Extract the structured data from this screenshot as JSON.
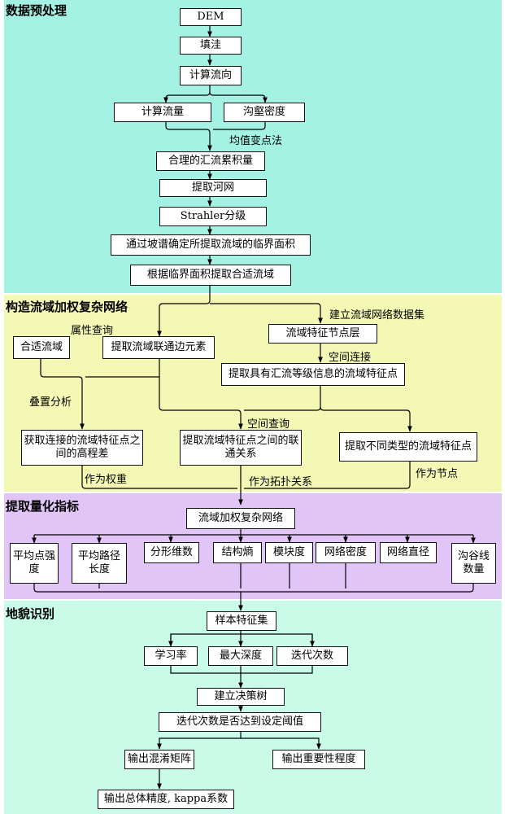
{
  "sections": {
    "preprocess": "数据预处理",
    "network": "构造流域加权复杂网络",
    "indices": "提取量化指标",
    "recognition": "地貌识别"
  },
  "nodes": {
    "dem": "DEM",
    "fill": "填洼",
    "flow_dir": "计算流向",
    "flow_acc": "计算流量",
    "gully_density": "沟壑密度",
    "reasonable_acc": "合理的汇流累积量",
    "extract_river": "提取河网",
    "strahler": "Strahler分级",
    "critical_area": "通过坡谱确定所提取流域的临界面积",
    "suitable_basin": "根据临界面积提取合适流域",
    "basin_left": "合适流域",
    "edge_elements": "提取流域联通边元素",
    "feature_layer": "流域特征节点层",
    "confluence_points": "提取具有汇流等级信息的流域特征点",
    "elev_diff": "获取连接的流域特征点之间的高程差",
    "connectivity": "提取流域特征点之间的联通关系",
    "types_points": "提取不同类型的流域特征点",
    "weighted_net": "流域加权复杂网络",
    "avg_strength": "平均点强度",
    "avg_path": "平均路径长度",
    "fractal": "分形维数",
    "entropy": "结构熵",
    "modularity": "模块度",
    "net_density": "网络密度",
    "net_diameter": "网络直径",
    "valley_count": "沟谷线数量",
    "sample_set": "样本特征集",
    "learning_rate": "学习率",
    "max_depth": "最大深度",
    "iterations": "迭代次数",
    "build_tree": "建立决策树",
    "threshold": "迭代次数是否达到设定阈值",
    "confusion": "输出混淆矩阵",
    "importance": "输出重要性程度",
    "accuracy": "输出总体精度, kappa系数"
  },
  "edge_labels": {
    "mean_change": "均值变点法",
    "attr_query": "属性查询",
    "build_dataset": "建立流域网络数据集",
    "spatial_connect": "空间连接",
    "overlay": "叠置分析",
    "spatial_query": "空间查询",
    "as_weight": "作为权重",
    "as_topology": "作为拓扑关系",
    "as_node": "作为节点"
  },
  "colors": {
    "preprocess_bg": "#a4f2e4",
    "network_bg": "#f4f8b5",
    "indices_bg": "#e2c5f7",
    "recognition_bg": "#c9fbe8"
  }
}
